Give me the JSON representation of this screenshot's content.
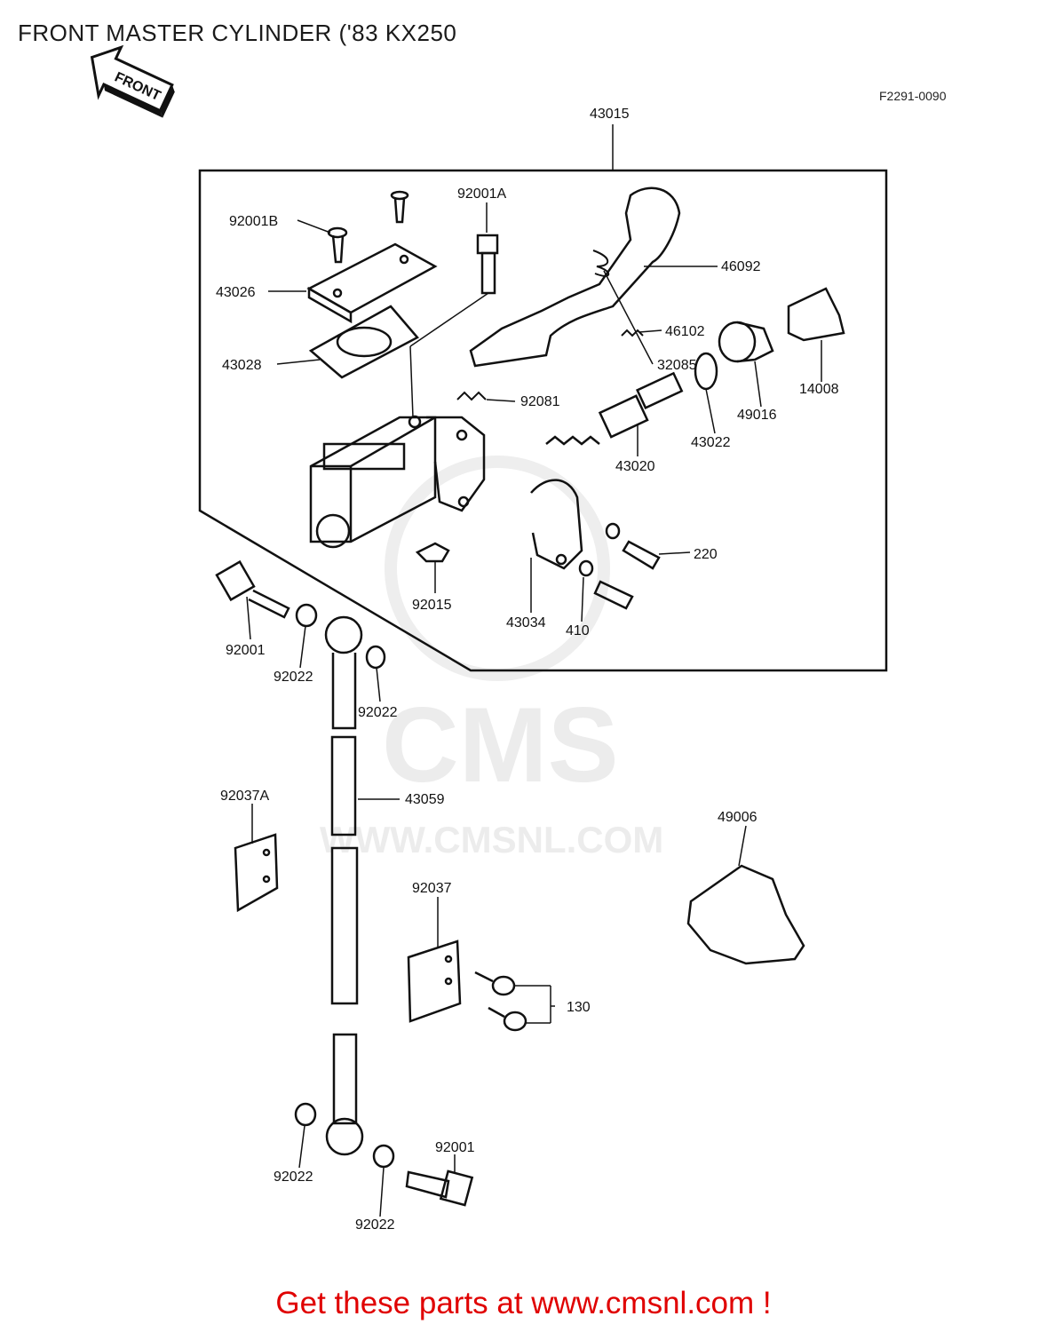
{
  "title": "FRONT MASTER CYLINDER ('83 KX250",
  "figure_ref": "F2291-0090",
  "front_arrow_label": "FRONT",
  "watermark": {
    "brand": "CMS",
    "url": "WWW.CMSNL.COM"
  },
  "footer": "Get these parts at www.cmsnl.com !",
  "parts": {
    "p43015": "43015",
    "p92001A": "92001A",
    "p92001B": "92001B",
    "p46092": "46092",
    "p43026": "43026",
    "p46102": "46102",
    "p43028": "43028",
    "p32085": "32085",
    "p14008": "14008",
    "p92081": "92081",
    "p49016": "49016",
    "p43022": "43022",
    "p43020": "43020",
    "p220": "220",
    "p92015": "92015",
    "p43034": "43034",
    "p410": "410",
    "p92001_top": "92001",
    "p92022_a": "92022",
    "p92022_b": "92022",
    "p43059": "43059",
    "p92037A": "92037A",
    "p49006": "49006",
    "p92037": "92037",
    "p130": "130",
    "p92022_c": "92022",
    "p92001_bot": "92001",
    "p92022_d": "92022"
  },
  "colors": {
    "footer": "#e00000",
    "line": "#111111",
    "watermark": "#ececec"
  }
}
